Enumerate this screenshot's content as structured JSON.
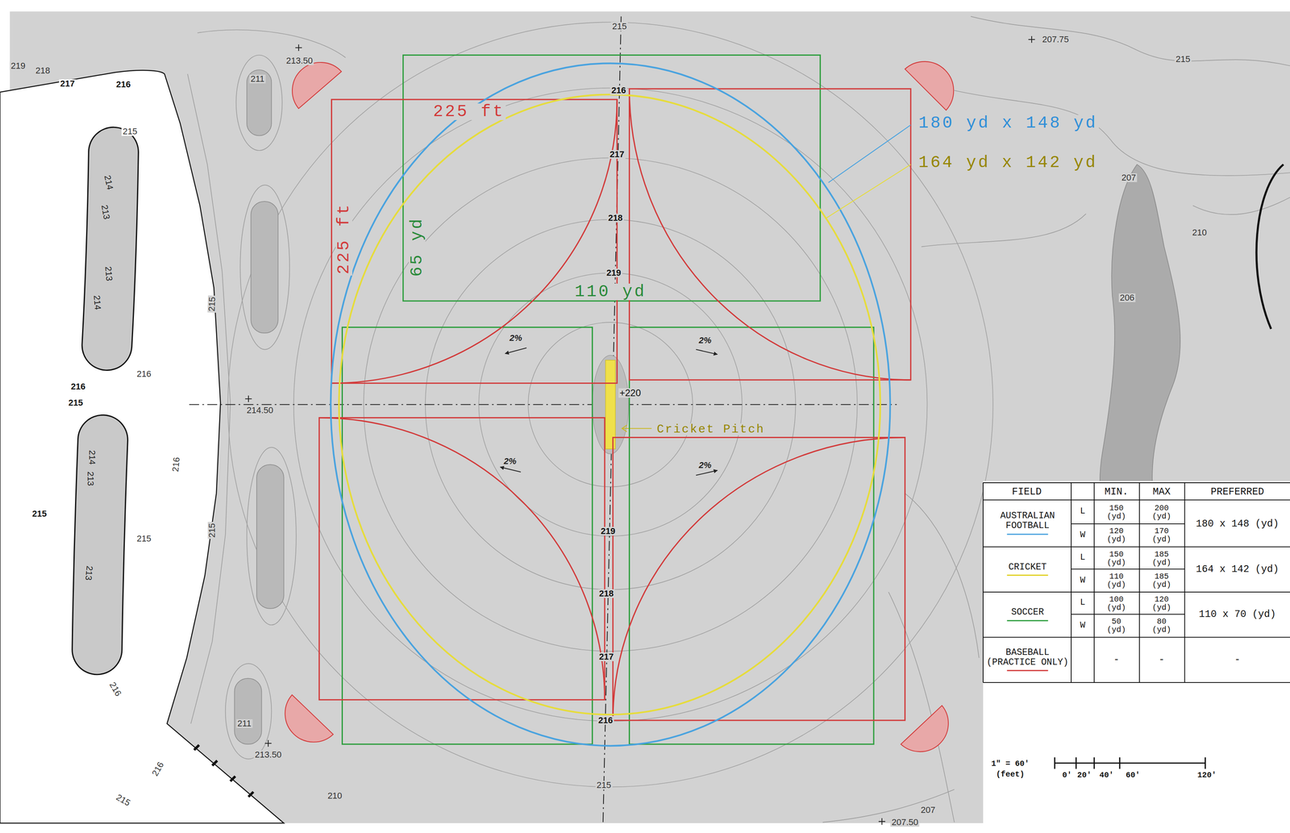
{
  "diagram": {
    "labels": [
      "215",
      "213.50",
      "207.75",
      "215",
      "219",
      "218",
      "217",
      "216",
      "211",
      "215",
      "216",
      "225 ft",
      "180 yd x 148 yd",
      "164 yd x 142 yd",
      "207",
      "217",
      "225 ft",
      "218",
      "65 yd",
      "210",
      "219",
      "110 yd",
      "206",
      "214",
      "213",
      "215",
      "213",
      "214",
      "2%",
      "2%",
      "216",
      "216",
      "+220",
      "215",
      "214.50",
      "Cricket Pitch",
      "214",
      "2%",
      "216",
      "2%",
      "213",
      "215",
      "219",
      "215",
      "215",
      "213",
      "218",
      "217",
      "216",
      "211",
      "216",
      "213.50",
      "216",
      "210",
      "215",
      "215",
      "207",
      "207.50",
      "FIELD",
      "MIN.",
      "MAX",
      "PREFERRED",
      "L",
      "150 (yd)",
      "200 (yd)",
      "180 x 148 (yd)",
      "W",
      "120 (yd)",
      "170 (yd)",
      "L",
      "150 (yd)",
      "185 (yd)",
      "164 x 142 (yd)",
      "W",
      "110 (yd)",
      "185 (yd)",
      "L",
      "100 (yd)",
      "120 (yd)",
      "110 x 70 (yd)",
      "W",
      "50 (yd)",
      "80 (yd)",
      "-",
      "-",
      "-",
      "1\" = 60'",
      "(feet)",
      "0'",
      "20'",
      "40'",
      "60'",
      "120'"
    ],
    "legend": [
      {
        "text": "AUSTRALIAN FOOTBALL"
      },
      {
        "text": "CRICKET"
      },
      {
        "text": "SOCCER"
      },
      {
        "text": "BASEBALL (PRACTICE ONLY)"
      }
    ]
  }
}
